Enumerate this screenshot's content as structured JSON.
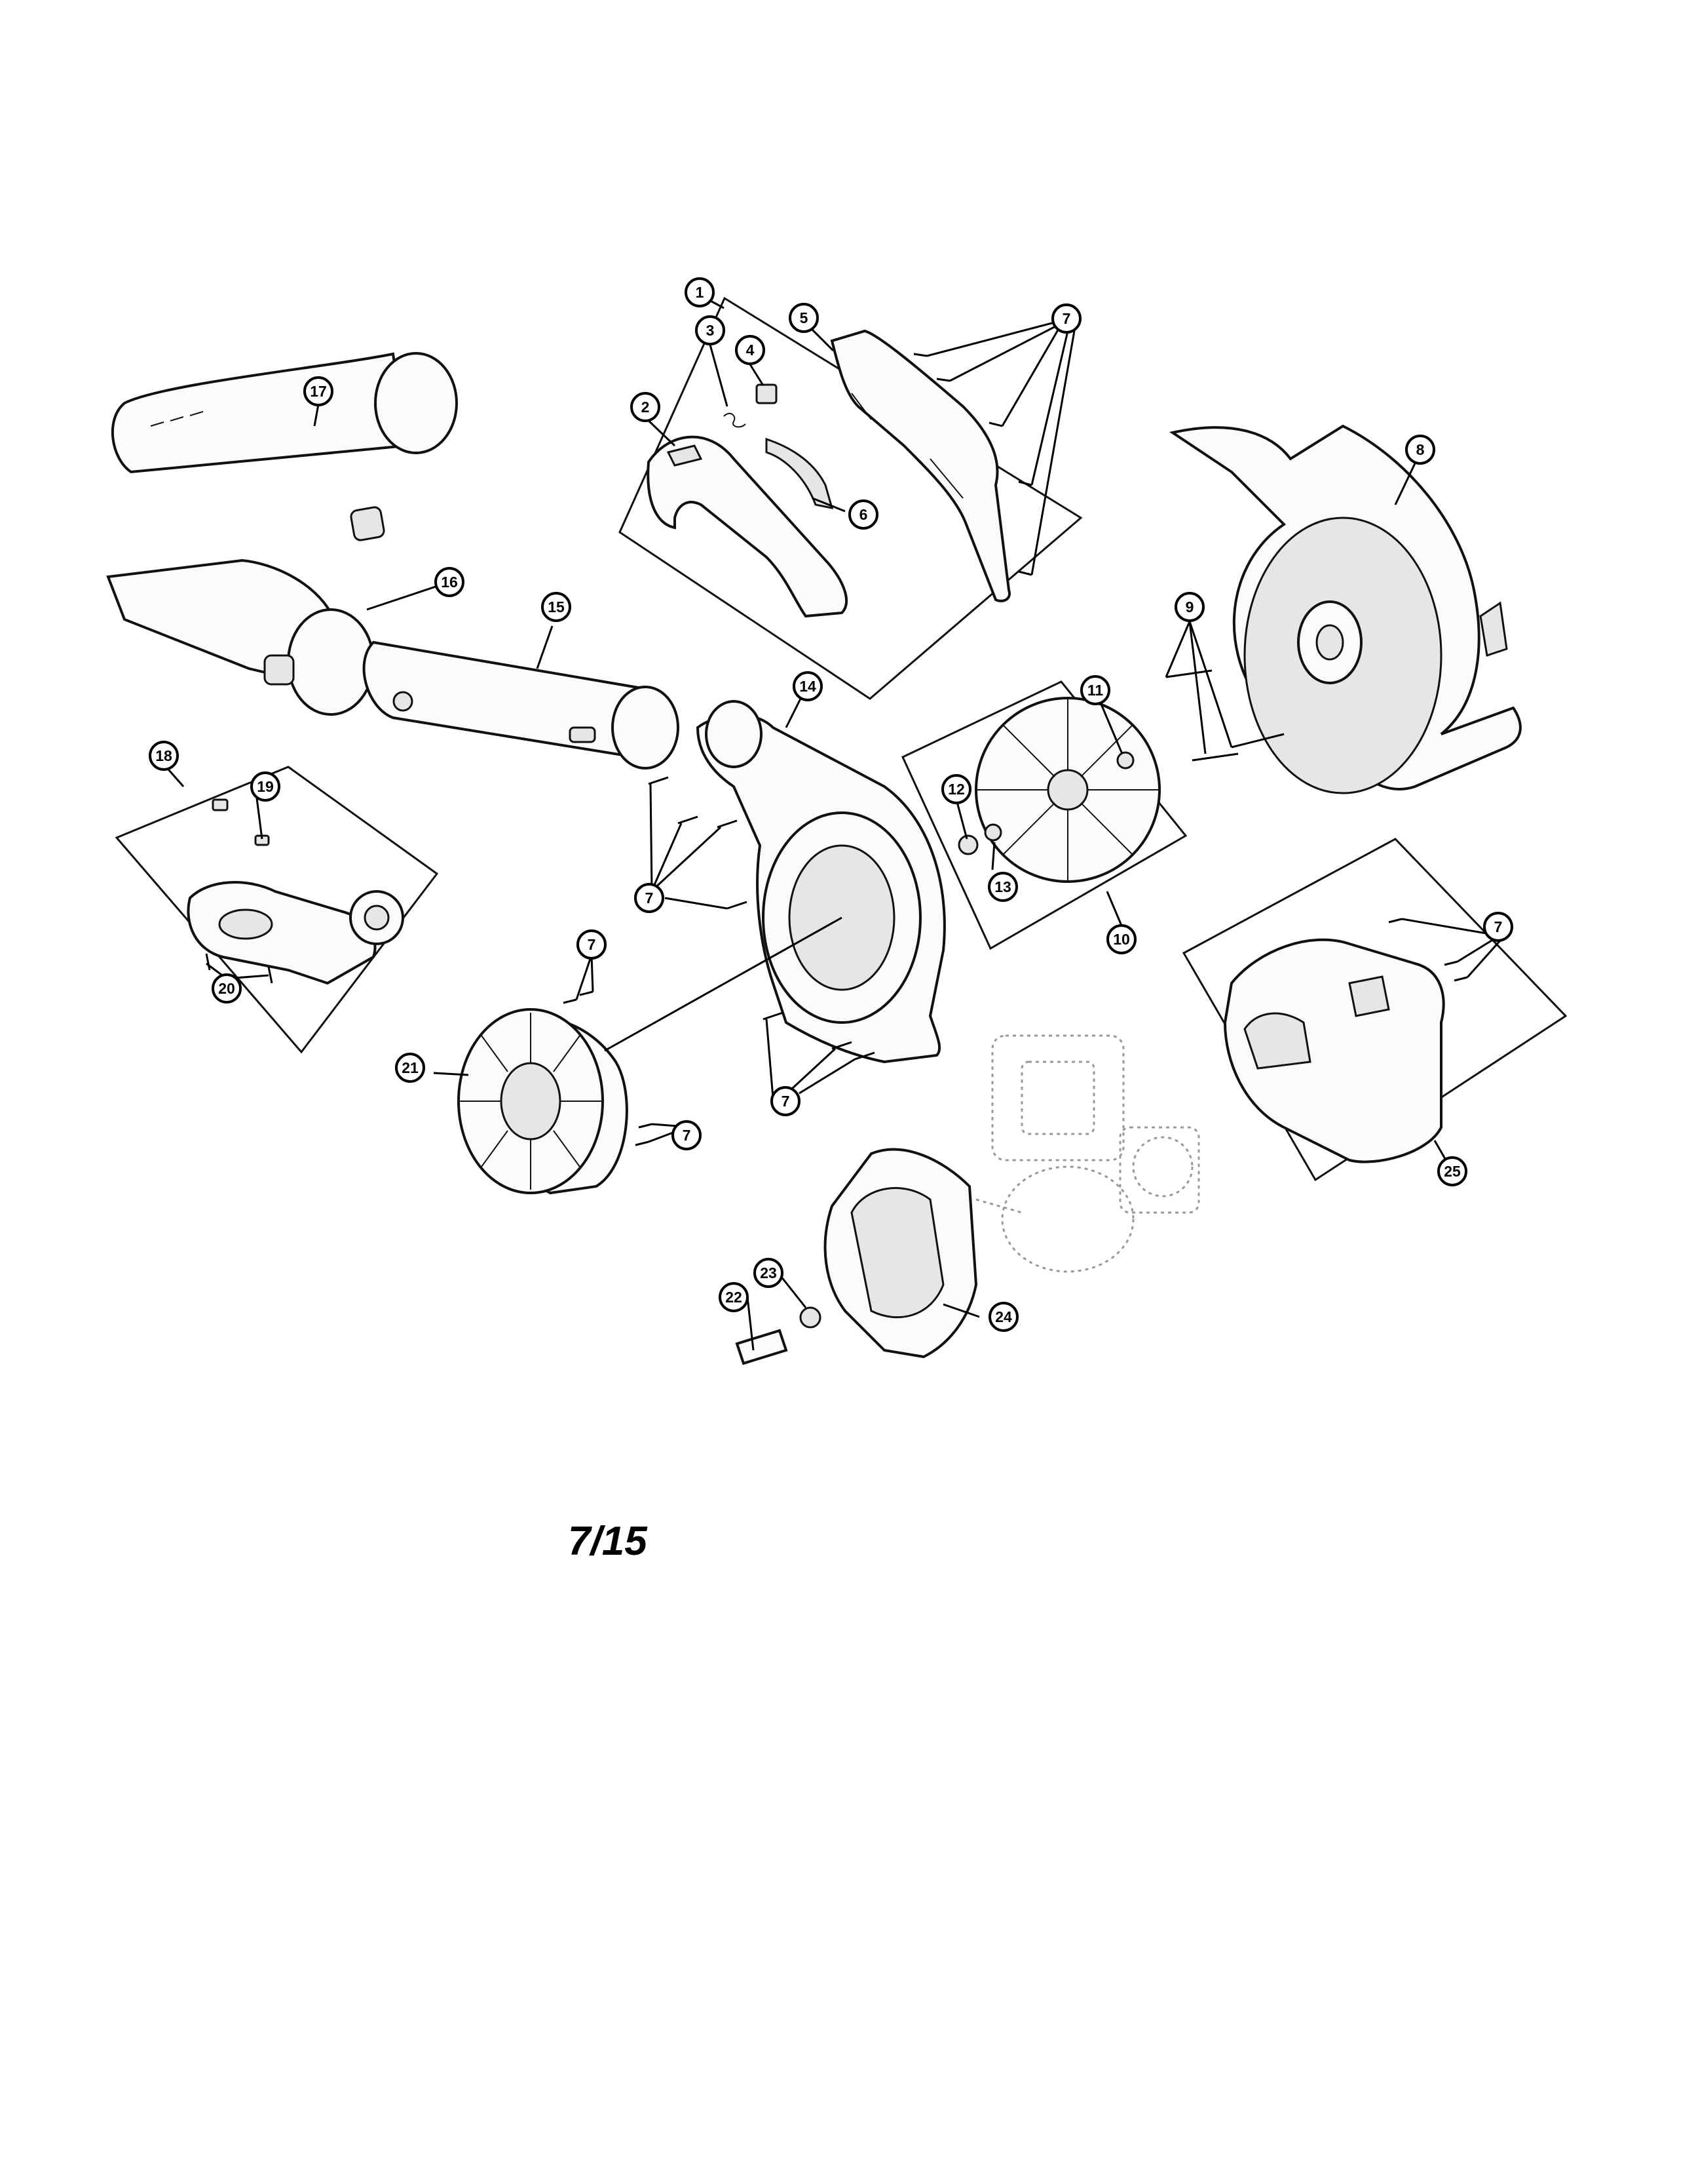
{
  "page_number": "7/15",
  "callouts": [
    "1",
    "2",
    "3",
    "4",
    "5",
    "6",
    "7",
    "8",
    "9",
    "10",
    "11",
    "12",
    "13",
    "14",
    "15",
    "16",
    "17",
    "18",
    "19",
    "20",
    "21",
    "22",
    "23",
    "24",
    "25"
  ]
}
